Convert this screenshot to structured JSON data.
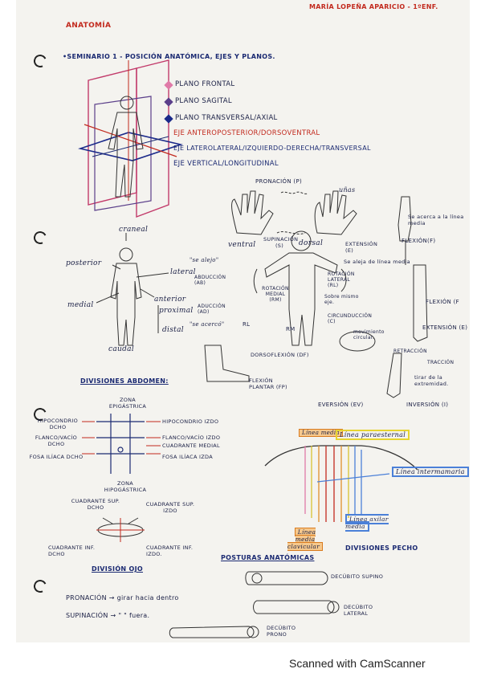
{
  "header": {
    "author": "MARÍA LOPEÑA APARICIO - 1ºENF.",
    "section": "ANATOMÍA"
  },
  "seminar": {
    "title": "•SEMINARIO 1 - POSICIÓN ANATÓMICA, EJES Y PLANOS."
  },
  "planes": {
    "frontal": "PLANO FRONTAL",
    "sagital": "PLANO SAGITAL",
    "transversal": "PLANO TRANSVERSAL/AXIAL",
    "eje_ap": "EJE ANTEROPOSTERIOR/DORSOVENTRAL",
    "eje_lat": "EJE LATEROLATERAL/IZQUIERDO-DERECHA/TRANSVERSAL",
    "eje_vert": "EJE VERTICAL/LONGITUDINAL",
    "colors": {
      "frontal": "#e07aa8",
      "sagital": "#5b3f8a",
      "transversal": "#1b2a8a",
      "eje_red": "#c22a1e",
      "eje_blue": "#1b2a72"
    }
  },
  "hands": {
    "pronacion": "PRONACIÓN (P)",
    "unas": "uñas",
    "supinacion": "SUPINACIÓN (S)",
    "ventral": "ventral",
    "dorsal": "dorsal"
  },
  "arm": {
    "se_acerca": "Se acerca a la línea media",
    "extension": "EXTENSIÓN (E)",
    "flexion": "FLEXIÓN(F)",
    "se_aleja": "Se aleja de línea media"
  },
  "directions": {
    "craneal": "craneal",
    "posterior": "posterior",
    "lateral": "lateral",
    "anterior": "anterior",
    "medial": "medial",
    "proximal": "proximal",
    "distal": "distal",
    "caudal": "caudal"
  },
  "movements": {
    "se_alejo": "\"se alejo\"",
    "abduccion": "ABDUCCIÓN (AB)",
    "rotacion_medial": "ROTACIÓN MEDIAL (RM)",
    "rotacion_lateral": "ROTACIÓN LATERAL (RL)",
    "sobre_eje": "Sobre mismo eje.",
    "aduccion": "ADUCCIÓN (AD)",
    "se_acerco": "\"se acercó\"",
    "rl": "RL",
    "rm": "RM",
    "circunduccion": "CIRCUNDUCCIÓN (C)",
    "movimiento_circular": "movimiento circular."
  },
  "leg": {
    "flexion": "FLEXIÓN (F",
    "extension": "EXTENSIÓN (E)"
  },
  "foot": {
    "dorsoflexion": "DORSOFLEXIÓN (DF)",
    "flexion_plantar": "FLEXIÓN PLANTAR (FP)",
    "retraccion": "RETRACCIÓN",
    "traccion": "TRACCIÓN",
    "tirar": "tirar de la extremidad.",
    "eversion": "EVERSIÓN (EV)",
    "inversion": "INVERSIÓN (I)"
  },
  "abdomen": {
    "title": "DIVISIONES ABDOMEN:",
    "zona_epigastrica": "ZONA EPIGÁSTRICA",
    "hipocondrio_dcho": "HIPOCONDRIO DCHO",
    "flanco_dcho": "FLANCO/VACÍO DCHO",
    "fosa_dcha": "FOSA ILÍACA DCHO",
    "hipocondrio_izdo": "HIPOCONDRIO IZDO",
    "flanco_izdo": "FLANCO/VACÍO IZDO",
    "cuadrante_medial": "CUADRANTE MEDIAL",
    "fosa_izda": "FOSA ILÍACA IZDA",
    "zona_hipogastrica": "ZONA HIPOGÁSTRICA"
  },
  "quadrants": {
    "sup_dcho": "CUADRANTE SUP. DCHO",
    "sup_izdo": "CUADRANTE SUP. IZDO",
    "inf_dcho": "CUADRANTE INF. DCHO",
    "inf_izdo": "CUADRANTE INF. IZDO.",
    "title": "DIVISIÓN OJO"
  },
  "chest": {
    "linea_media": "Línea media",
    "linea_paraesternal": "Línea paraesternal",
    "linea_intermamaria": "Línea intermamaria",
    "linea_clavicular": "Línea media clavicular",
    "linea_axilar": "Línea axilar media",
    "title": "DIVISIONES PECHO"
  },
  "postures": {
    "title": "POSTURAS ANATÓMICAS",
    "supino": "DECÚBITO SUPINO",
    "lateral": "DECÚBITO LATERAL",
    "prono": "DECÚBITO PRONO"
  },
  "notes": {
    "pronacion": "PRONACIÓN → girar hacia dentro",
    "supinacion": "SUPINACIÓN →  \"    \"    fuera."
  },
  "footer": "Scanned with CamScanner"
}
